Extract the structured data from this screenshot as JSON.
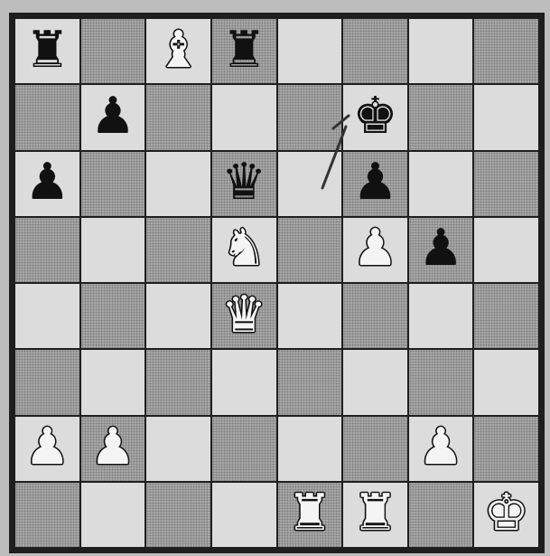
{
  "board": {
    "ranks": [
      [
        {
          "t": "r",
          "c": "b"
        },
        null,
        {
          "t": "b",
          "c": "w"
        },
        {
          "t": "r",
          "c": "b"
        },
        null,
        null,
        null,
        null
      ],
      [
        null,
        {
          "t": "p",
          "c": "b"
        },
        null,
        null,
        null,
        {
          "t": "k",
          "c": "b"
        },
        null,
        null
      ],
      [
        {
          "t": "p",
          "c": "b"
        },
        null,
        null,
        {
          "t": "q",
          "c": "b"
        },
        null,
        {
          "t": "p",
          "c": "b"
        },
        null,
        null
      ],
      [
        null,
        null,
        null,
        {
          "t": "n",
          "c": "w"
        },
        null,
        {
          "t": "p",
          "c": "w"
        },
        {
          "t": "p",
          "c": "b"
        },
        null
      ],
      [
        null,
        null,
        null,
        {
          "t": "q",
          "c": "w"
        },
        null,
        null,
        null,
        null
      ],
      [
        null,
        null,
        null,
        null,
        null,
        null,
        null,
        null
      ],
      [
        {
          "t": "p",
          "c": "w"
        },
        {
          "t": "p",
          "c": "w"
        },
        null,
        null,
        null,
        null,
        {
          "t": "p",
          "c": "w"
        },
        null
      ],
      [
        null,
        null,
        null,
        null,
        {
          "t": "r",
          "c": "w"
        },
        {
          "t": "r",
          "c": "w"
        },
        null,
        {
          "t": "k",
          "c": "w"
        }
      ]
    ]
  },
  "glyphs": {
    "k": "♚",
    "q": "♛",
    "r": "♜",
    "b": "♝",
    "n": "♞",
    "p": "♟"
  },
  "piece_names": {
    "k": "king",
    "q": "queen",
    "r": "rook",
    "b": "bishop",
    "n": "knight",
    "p": "pawn"
  },
  "colors": {
    "light_square": "#dcdcdc",
    "dark_square": "#a9a9a9",
    "border": "#1e1e1e",
    "arrow": "#333333"
  }
}
